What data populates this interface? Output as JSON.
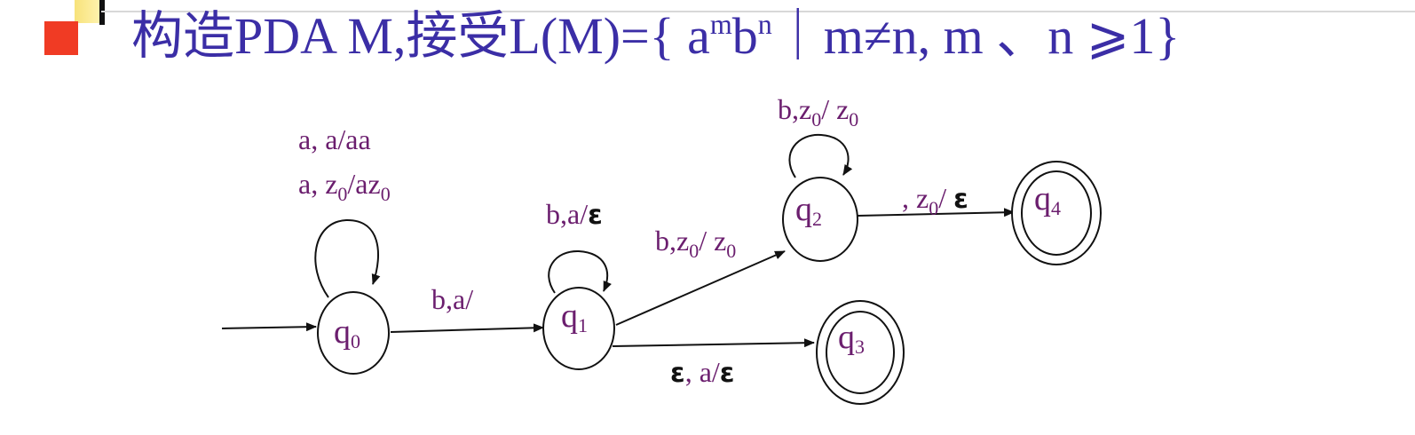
{
  "title": {
    "text_prefix": "构造PDA M,接受L(M)={ a",
    "sup_m": "m",
    "text_b": "b",
    "sup_n": "n",
    "text_suffix": "｜m≠n, m 、n ⩾1}"
  },
  "states": [
    {
      "id": "q0",
      "base": "q",
      "sub": "0",
      "accepting": false,
      "initial": true
    },
    {
      "id": "q1",
      "base": "q",
      "sub": "1",
      "accepting": false
    },
    {
      "id": "q2",
      "base": "q",
      "sub": "2",
      "accepting": false
    },
    {
      "id": "q3",
      "base": "q",
      "sub": "3",
      "accepting": true
    },
    {
      "id": "q4",
      "base": "q",
      "sub": "4",
      "accepting": true
    }
  ],
  "transitions": {
    "q0_loop_1": "a, a/aa",
    "q0_loop_2": {
      "a": "a, z",
      "sub": "0",
      "b": "/az",
      "sub2": "0"
    },
    "q0_q1": "b,a/",
    "q1_loop": {
      "text": "b,a/",
      "eps": "ε"
    },
    "q1_q2": {
      "a": "b,z",
      "sub": "0",
      "b": "/ z",
      "sub2": "0"
    },
    "q1_q3": {
      "eps1": "ε",
      "text": ", a/",
      "eps2": "ε"
    },
    "q2_loop": {
      "a": "b,z",
      "sub": "0",
      "b": "/ z",
      "sub2": "0"
    },
    "q2_q4": {
      "a": ", z",
      "sub": "0",
      "b": "/ ",
      "eps": "ε"
    }
  },
  "colors": {
    "title": "#3b2ea6",
    "label": "#6b1e6e",
    "bullet": "#f03b24"
  }
}
